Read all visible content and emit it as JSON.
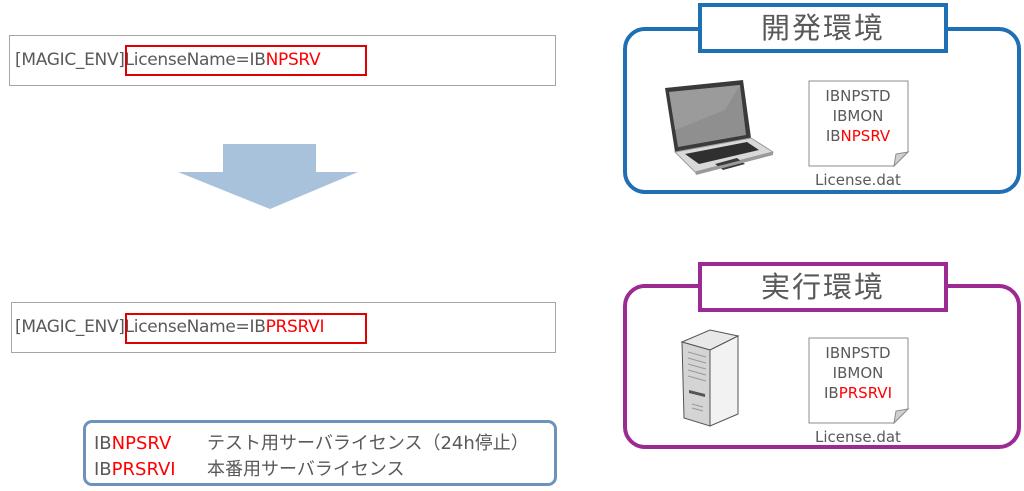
{
  "colors": {
    "highlight_red": "#ff0000",
    "dev_frame": "#1f6fb5",
    "prod_frame": "#9b2b93",
    "arrow": "#a8c2dc",
    "legend_frame": "#6e92ba",
    "text": "#595959"
  },
  "top_config": {
    "section": "[MAGIC_ENV]",
    "key": "LicenseName=IB",
    "value_highlight": "NPSRV"
  },
  "bottom_config": {
    "section": "[MAGIC_ENV]",
    "key": "LicenseName=IB",
    "value_highlight": "PRSRVI"
  },
  "arrow": {
    "icon": "down-arrow-icon",
    "direction": "down"
  },
  "dev_env": {
    "title": "開発環境",
    "device_icon": "laptop-icon",
    "license_file": {
      "icon": "document-icon",
      "lines": [
        {
          "prefix": "IBNPSTD",
          "highlight": ""
        },
        {
          "prefix": "IBMON",
          "highlight": ""
        },
        {
          "prefix": "IB",
          "highlight": "NPSRV"
        }
      ],
      "caption": "License.dat"
    }
  },
  "prod_env": {
    "title": "実行環境",
    "device_icon": "server-icon",
    "license_file": {
      "icon": "document-icon",
      "lines": [
        {
          "prefix": "IBNPSTD",
          "highlight": ""
        },
        {
          "prefix": "IBMON",
          "highlight": ""
        },
        {
          "prefix": "IB",
          "highlight": "PRSRVI"
        }
      ],
      "caption": "License.dat"
    }
  },
  "legend": {
    "rows": [
      {
        "prefix": "IB",
        "highlight": "NPSRV",
        "description": "テスト用サーバライセンス（24h停止）"
      },
      {
        "prefix": "IB",
        "highlight": "PRSRVI",
        "description": "本番用サーバライセンス"
      }
    ]
  }
}
